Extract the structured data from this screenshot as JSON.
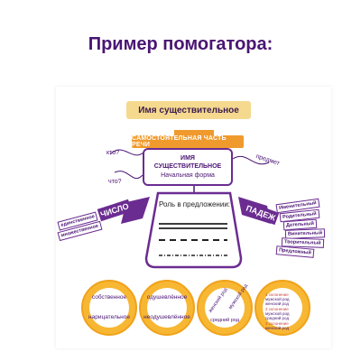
{
  "page": {
    "title": "Пример помогатора:"
  },
  "diagram": {
    "heading": "Имя существительное",
    "band": "САМОСТОЯТЕЛЬНАЯ ЧАСТЬ РЕЧИ",
    "name_line1": "ИМЯ",
    "name_line2": "СУЩЕСТВИТЕЛЬНОЕ",
    "name_line3": "Начальная форма",
    "question_who": "кто?",
    "question_what": "что?",
    "subject_word": "предмет",
    "role_label": "Роль в предложении:",
    "number_label": "ЧИСЛО",
    "number_items": [
      "единственное",
      "множественное"
    ],
    "case_label": "ПАДЕЖ",
    "case_items": [
      "Именительный",
      "Родительный",
      "Дательный",
      "Винительный",
      "Творительный",
      "Предложный"
    ],
    "circles": [
      {
        "top": "собственное",
        "bottom": "нарицательное"
      },
      {
        "top": "одушевлённое",
        "bottom": "неодушевлённое"
      },
      {
        "left": "женский род",
        "right": "мужской род",
        "bottom": "средний род"
      },
      {
        "lines": [
          "1 склонение",
          "мужской род",
          "женский род",
          "2 склонение",
          "мужской род",
          "средний род",
          "3 склонение",
          "женский род"
        ]
      }
    ]
  },
  "colors": {
    "purple": "#6b2c91",
    "orange": "#f09a2d",
    "gold": "#f7b733",
    "sand": "#f4d98f"
  }
}
